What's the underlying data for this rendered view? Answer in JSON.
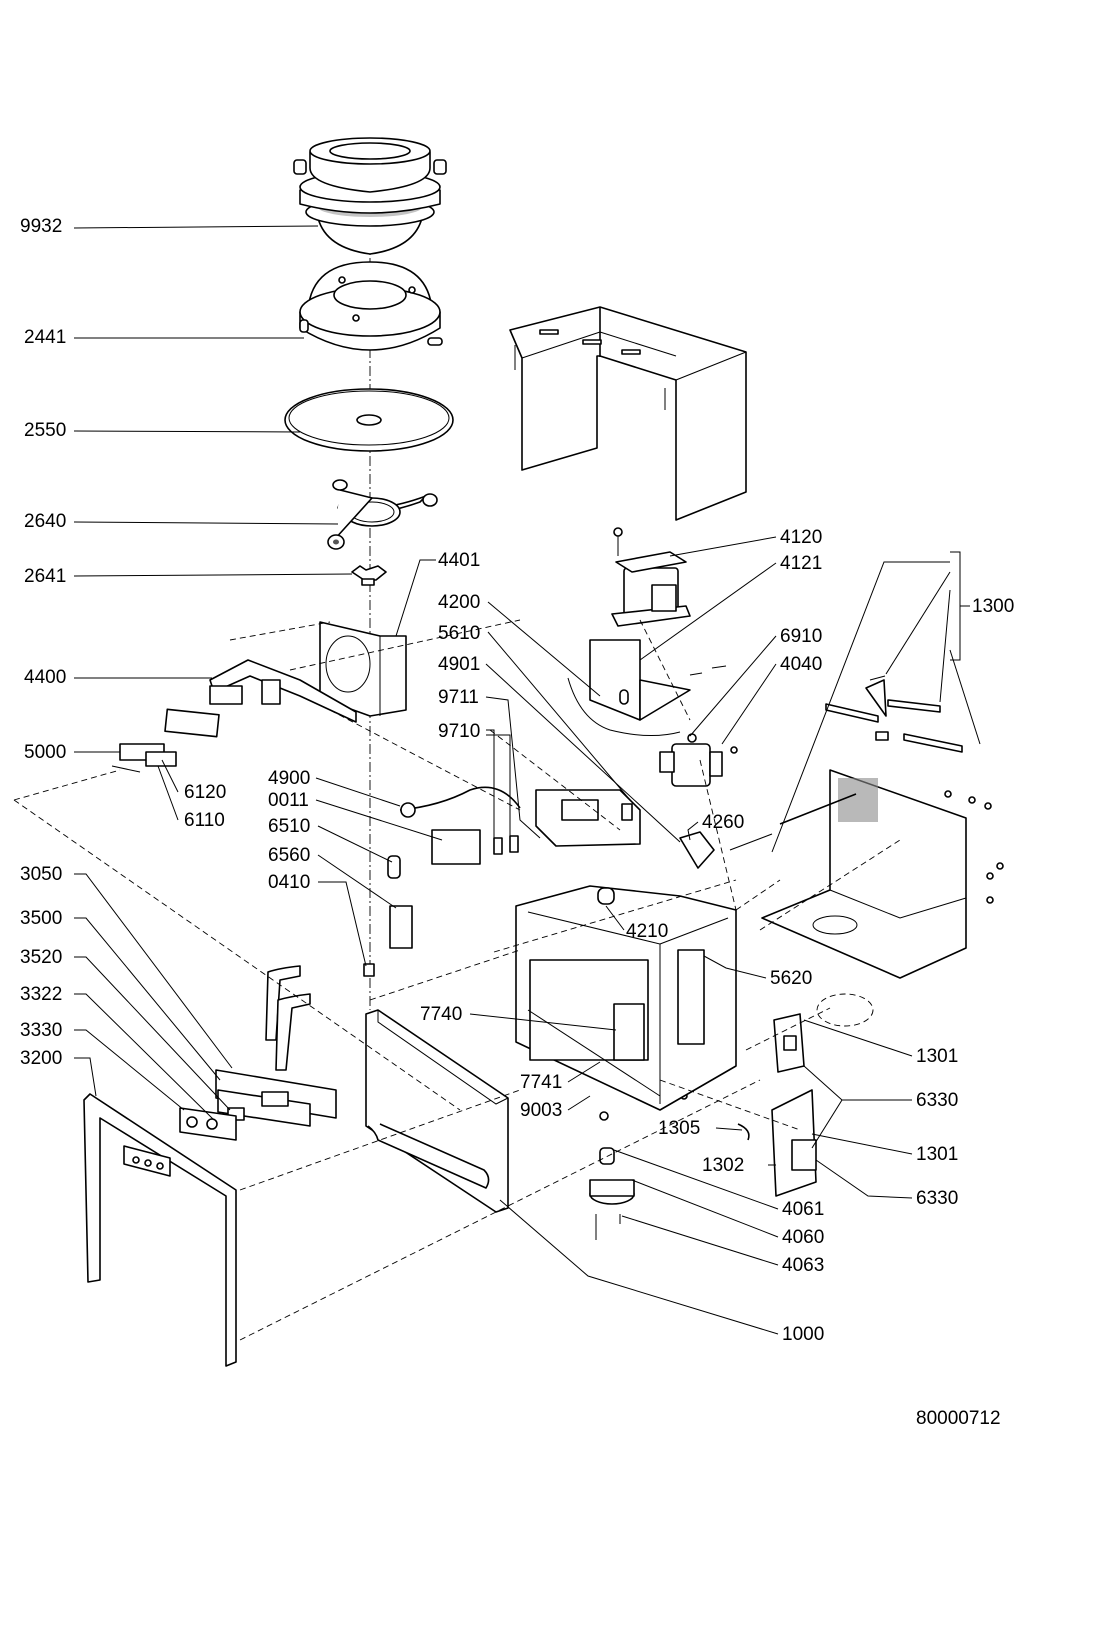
{
  "drawing_number": "80000712",
  "callouts": [
    {
      "id": "c9932",
      "text": "9932"
    },
    {
      "id": "c2441",
      "text": "2441"
    },
    {
      "id": "c2550",
      "text": "2550"
    },
    {
      "id": "c2640",
      "text": "2640"
    },
    {
      "id": "c2641",
      "text": "2641"
    },
    {
      "id": "c4400",
      "text": "4400"
    },
    {
      "id": "c5000",
      "text": "5000"
    },
    {
      "id": "c6120",
      "text": "6120"
    },
    {
      "id": "c6110",
      "text": "6110"
    },
    {
      "id": "c4401",
      "text": "4401"
    },
    {
      "id": "c4200",
      "text": "4200"
    },
    {
      "id": "c5610",
      "text": "5610"
    },
    {
      "id": "c4901",
      "text": "4901"
    },
    {
      "id": "c9711",
      "text": "9711"
    },
    {
      "id": "c9710",
      "text": "9710"
    },
    {
      "id": "c4120",
      "text": "4120"
    },
    {
      "id": "c4121",
      "text": "4121"
    },
    {
      "id": "c6910",
      "text": "6910"
    },
    {
      "id": "c4040",
      "text": "4040"
    },
    {
      "id": "c1300",
      "text": "1300"
    },
    {
      "id": "c4900",
      "text": "4900"
    },
    {
      "id": "c0011",
      "text": "0011"
    },
    {
      "id": "c6510",
      "text": "6510"
    },
    {
      "id": "c6560",
      "text": "6560"
    },
    {
      "id": "c0410",
      "text": "0410"
    },
    {
      "id": "c4260",
      "text": "4260"
    },
    {
      "id": "c3050",
      "text": "3050"
    },
    {
      "id": "c3500",
      "text": "3500"
    },
    {
      "id": "c3520",
      "text": "3520"
    },
    {
      "id": "c3322",
      "text": "3322"
    },
    {
      "id": "c3330",
      "text": "3330"
    },
    {
      "id": "c3200",
      "text": "3200"
    },
    {
      "id": "c4210",
      "text": "4210"
    },
    {
      "id": "c5620",
      "text": "5620"
    },
    {
      "id": "c7740",
      "text": "7740"
    },
    {
      "id": "c7741",
      "text": "7741"
    },
    {
      "id": "c9003",
      "text": "9003"
    },
    {
      "id": "c1301a",
      "text": "1301"
    },
    {
      "id": "c6330a",
      "text": "6330"
    },
    {
      "id": "c1305",
      "text": "1305"
    },
    {
      "id": "c1301b",
      "text": "1301"
    },
    {
      "id": "c1302",
      "text": "1302"
    },
    {
      "id": "c6330b",
      "text": "6330"
    },
    {
      "id": "c4061",
      "text": "4061"
    },
    {
      "id": "c4060",
      "text": "4060"
    },
    {
      "id": "c4063",
      "text": "4063"
    },
    {
      "id": "c1000",
      "text": "1000"
    }
  ]
}
